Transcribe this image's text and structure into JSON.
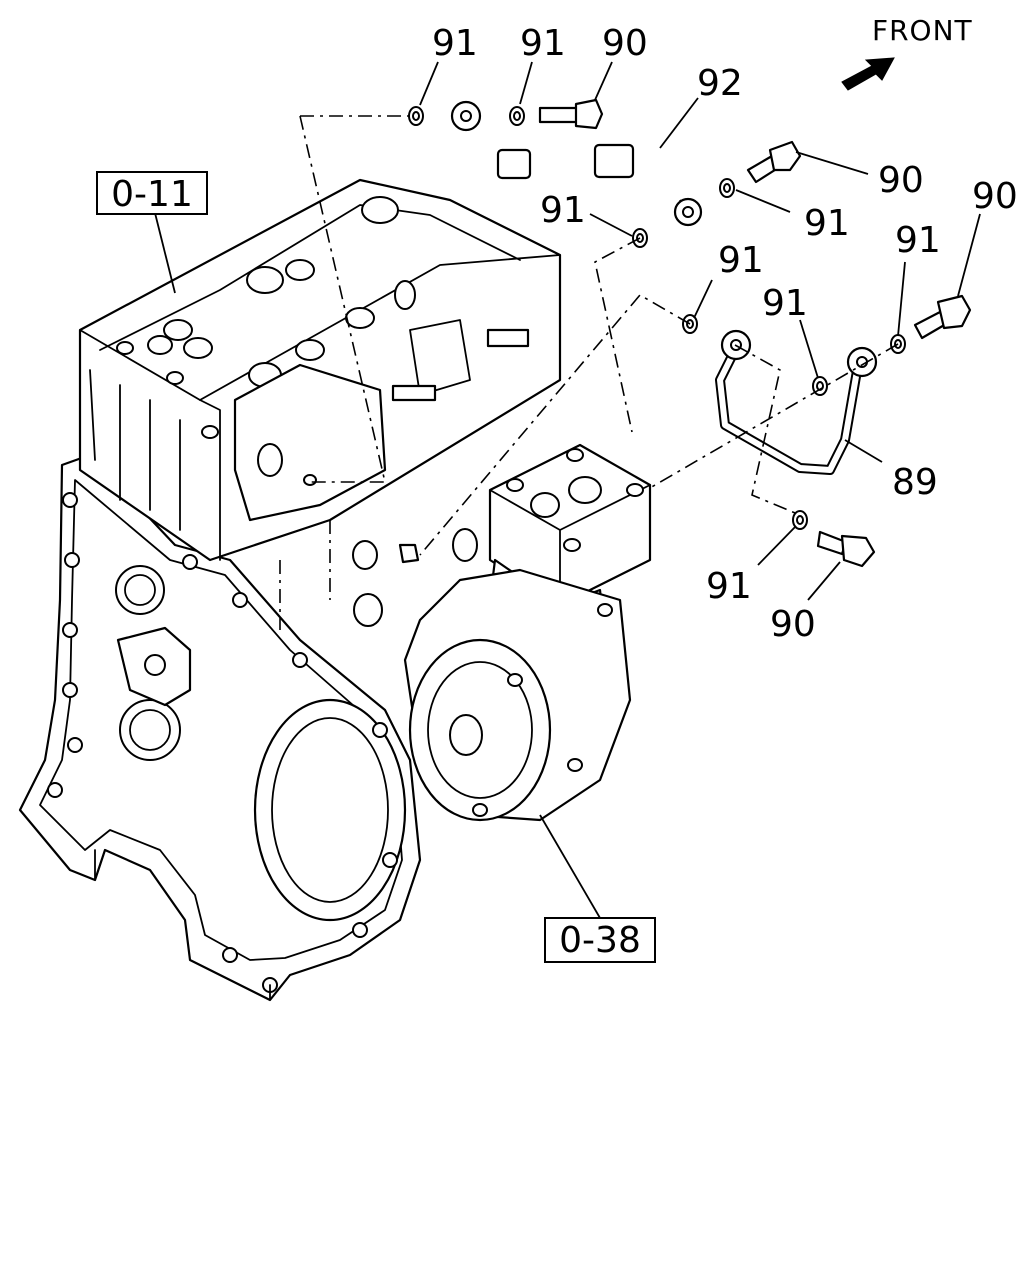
{
  "front_label": "FRONT",
  "ref_boxes": {
    "cylinder_head": "0-11",
    "engine_component": "0-38"
  },
  "callouts": {
    "c1": "91",
    "c2": "91",
    "c3": "90",
    "c4": "92",
    "c5": "90",
    "c6": "91",
    "c7": "91",
    "c8": "90",
    "c9": "91",
    "c10": "91",
    "c11": "91",
    "c12": "91",
    "c13": "89",
    "c14": "91",
    "c15": "90"
  }
}
